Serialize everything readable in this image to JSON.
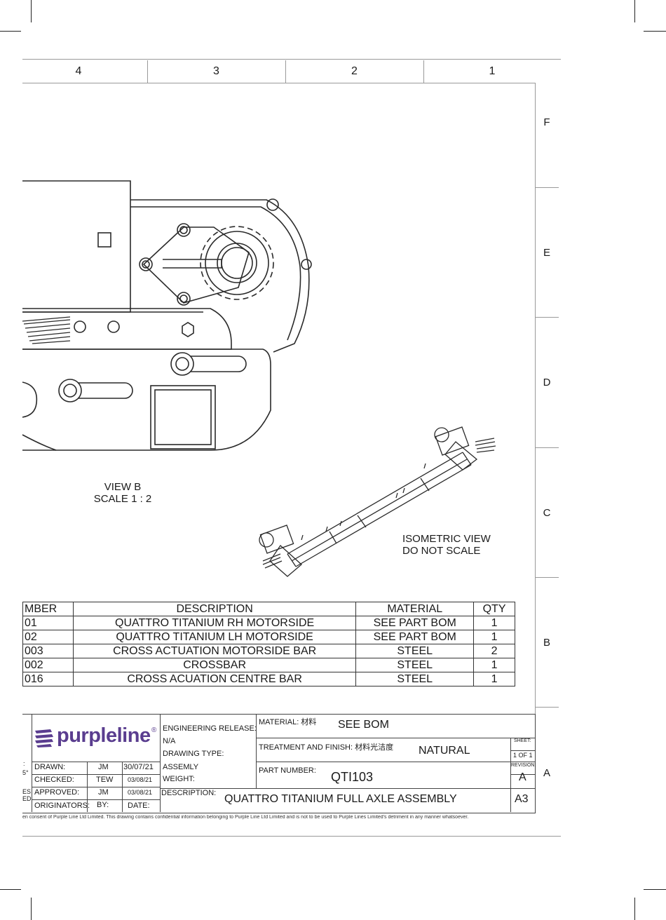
{
  "zones_top": [
    "4",
    "3",
    "2",
    "1"
  ],
  "zones_side": [
    "F",
    "E",
    "D",
    "C",
    "B",
    "A"
  ],
  "view_b": {
    "title": "VIEW B",
    "scale": "SCALE 1 : 2"
  },
  "iso_view": {
    "title": "ISOMETRIC VIEW",
    "note": "DO NOT SCALE"
  },
  "bom": {
    "headers": [
      "MBER",
      "DESCRIPTION",
      "MATERIAL",
      "QTY"
    ],
    "rows": [
      [
        "01",
        "QUATTRO TITANIUM RH MOTORSIDE",
        "SEE PART BOM",
        "1"
      ],
      [
        "02",
        "QUATTRO TITANIUM LH MOTORSIDE",
        "SEE PART BOM",
        "1"
      ],
      [
        "003",
        "CROSS ACTUATION MOTORSIDE BAR",
        "STEEL",
        "2"
      ],
      [
        "002",
        "CROSSBAR",
        "STEEL",
        "1"
      ],
      [
        "016",
        "CROSS ACUATION CENTRE BAR",
        "STEEL",
        "1"
      ]
    ]
  },
  "title_block": {
    "logo": "purpleline",
    "logo_mark": "®",
    "left_stub": [
      ":",
      "5°",
      "ES",
      "ED"
    ],
    "drawn_label": "DRAWN:",
    "drawn_by": "JM",
    "drawn_date": "30/07/21",
    "checked_label": "CHECKED:",
    "checked_by": "TEW",
    "checked_date": "03/08/21",
    "approved_label": "APPROVED:",
    "approved_by": "JM",
    "approved_date": "03/08/21",
    "originators_label": "ORIGINATORS:",
    "by_label": "BY:",
    "date_label": "DATE:",
    "eng_release_label": "ENGINEERING RELEASE:",
    "eng_release_value": "N/A",
    "drawing_type_label": "DRAWING TYPE:",
    "drawing_type_value": "ASSEMLY",
    "weight_label": "WEIGHT:",
    "description_label": "DESCRIPTION:",
    "description_value": "QUATTRO TITANIUM FULL AXLE ASSEMBLY",
    "material_label": "MATERIAL: 材料",
    "material_value": "SEE BOM",
    "treatment_label": "TREATMENT AND FINISH: 材料光洁度",
    "treatment_value": "NATURAL",
    "part_number_label": "PART NUMBER:",
    "part_number_value": "QTI103",
    "sheet_label": "SHEET:",
    "sheet_value": "1 OF 1",
    "revision_label": "REVISION:",
    "revision_value": "A",
    "size_value": "A3",
    "disclaimer": "en consent of Purple Line Ltd Limited. This drawing contains confidential information belonging to Purple Line Ltd Limited and is not to be used to Purple Lines Limited's detriment in any manner whatsoever."
  },
  "colors": {
    "logo": "#5a3d8f",
    "line": "#333333"
  }
}
